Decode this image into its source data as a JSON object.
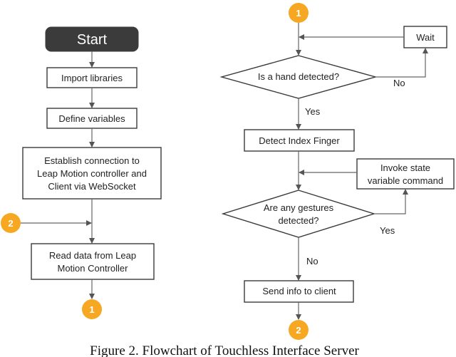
{
  "caption": "Figure 2. Flowchart of Touchless Interface Server",
  "left": {
    "start": "Start",
    "import": "Import libraries",
    "define": "Define variables",
    "establish": [
      "Establish connection to",
      "Leap Motion controller and",
      "Client via WebSocket"
    ],
    "read": [
      "Read data from Leap",
      "Motion Controller"
    ],
    "connector_in": "2",
    "connector_out": "1"
  },
  "right": {
    "connector_top": "1",
    "wait": "Wait",
    "hand_q": "Is a hand detected?",
    "no1": "No",
    "yes1": "Yes",
    "detect": "Detect Index Finger",
    "invoke": [
      "Invoke state",
      "variable command"
    ],
    "gesture_q": [
      "Are any gestures",
      "detected?"
    ],
    "yes2": "Yes",
    "no2": "No",
    "send": "Send info to client",
    "connector_bottom": "2"
  },
  "colors": {
    "connector": "#f7a823",
    "start_fill": "#3b3b3b"
  }
}
